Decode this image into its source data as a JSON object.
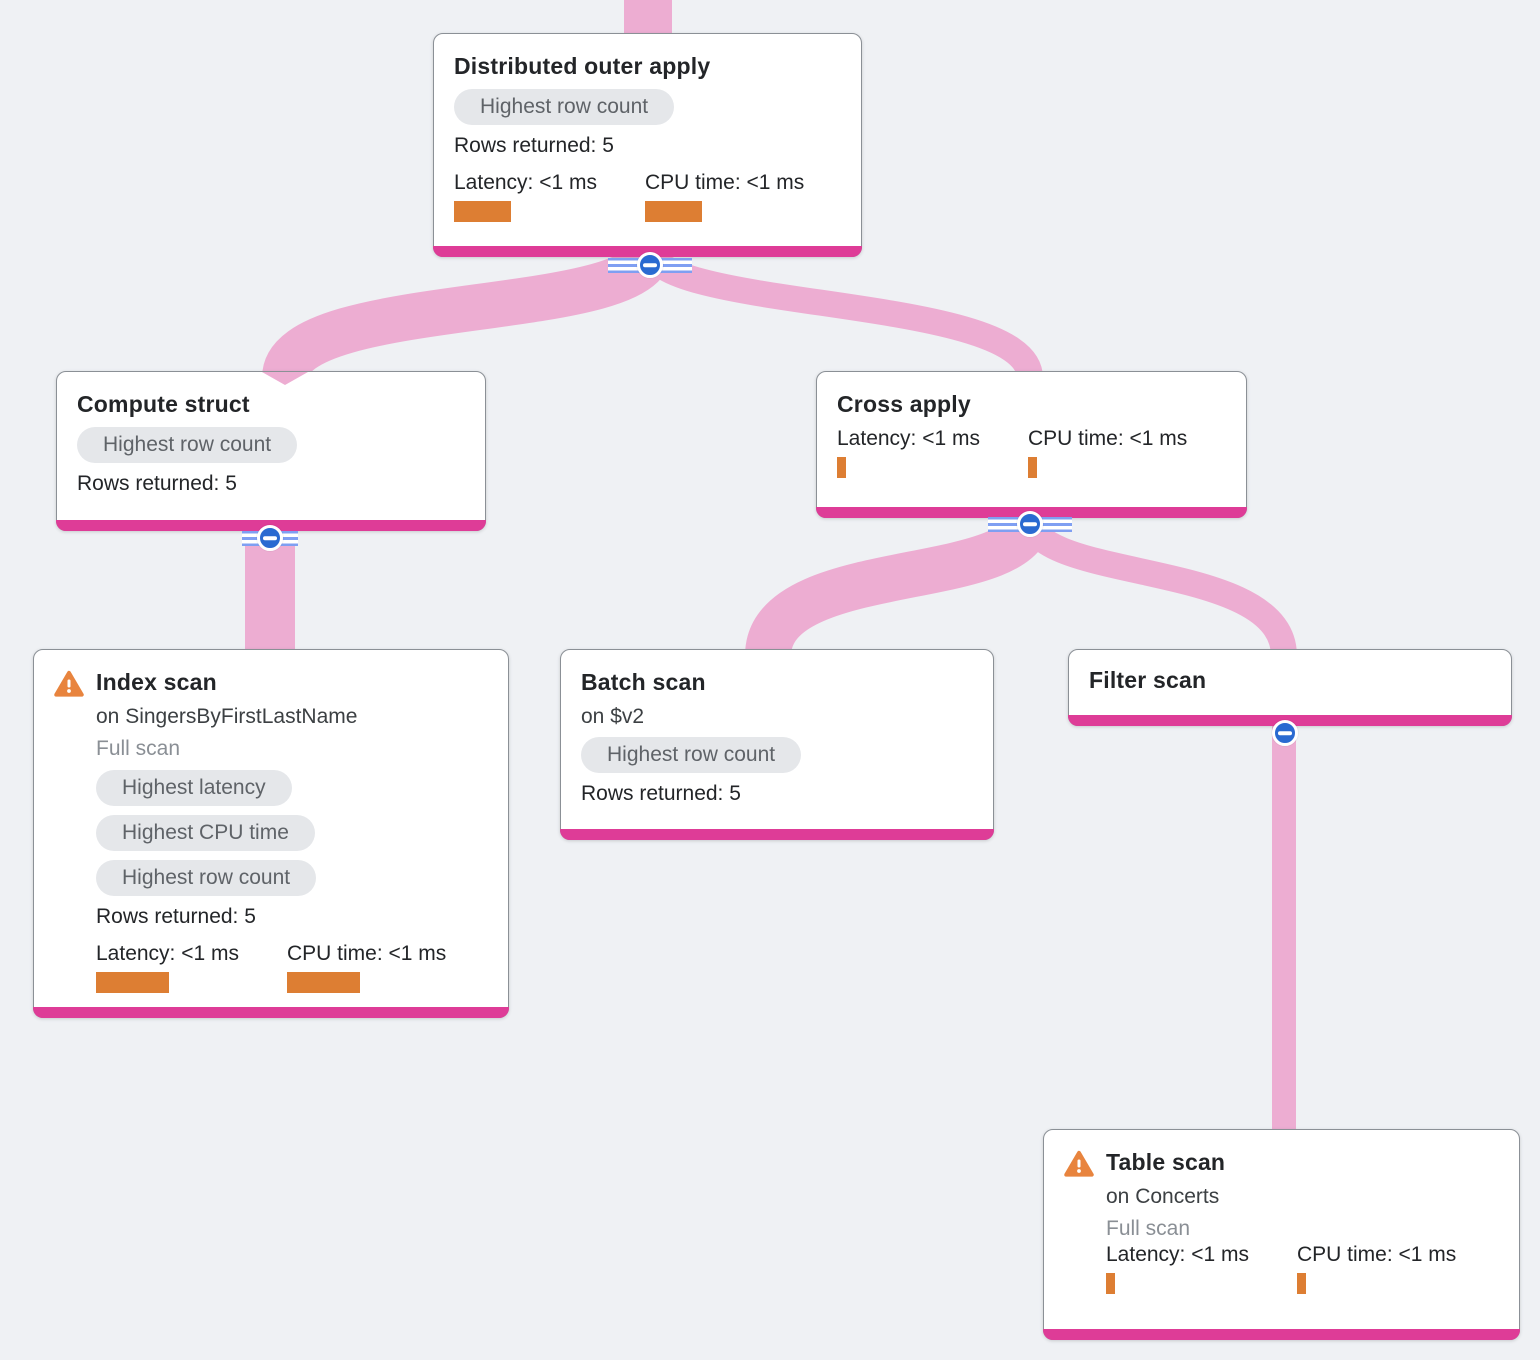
{
  "diagram": {
    "background_color": "#eff1f4",
    "edge_color": "#edadd2",
    "node_accent_color": "#de3c97",
    "metric_bar_color": "#dd7e33",
    "collapse_button_color": "#2a6ad1",
    "badge_bg_color": "#e5e7ea",
    "nodes": [
      {
        "id": "distributed-outer-apply",
        "title": "Distributed outer apply",
        "warning": false,
        "badges": [
          "Highest row count"
        ],
        "rows_returned": "Rows returned: 5",
        "metrics": [
          {
            "label": "Latency: <1 ms",
            "bar": 57
          },
          {
            "label": "CPU time: <1 ms",
            "bar": 57
          }
        ]
      },
      {
        "id": "compute-struct",
        "title": "Compute struct",
        "warning": false,
        "badges": [
          "Highest row count"
        ],
        "rows_returned": "Rows returned: 5"
      },
      {
        "id": "cross-apply",
        "title": "Cross apply",
        "warning": false,
        "metrics": [
          {
            "label": "Latency: <1 ms",
            "bar": 9
          },
          {
            "label": "CPU time: <1 ms",
            "bar": 9
          }
        ]
      },
      {
        "id": "index-scan",
        "title": "Index scan",
        "warning": true,
        "subtitle": "on SingersByFirstLastName",
        "scan_type": "Full scan",
        "badges": [
          "Highest latency",
          "Highest CPU time",
          "Highest row count"
        ],
        "rows_returned": "Rows returned: 5",
        "metrics": [
          {
            "label": "Latency: <1 ms",
            "bar": 73
          },
          {
            "label": "CPU time: <1 ms",
            "bar": 73
          }
        ]
      },
      {
        "id": "batch-scan",
        "title": "Batch scan",
        "warning": false,
        "subtitle": "on $v2",
        "badges": [
          "Highest row count"
        ],
        "rows_returned": "Rows returned: 5"
      },
      {
        "id": "filter-scan",
        "title": "Filter scan",
        "warning": false
      },
      {
        "id": "table-scan",
        "title": "Table scan",
        "warning": true,
        "subtitle": "on Concerts",
        "scan_type": "Full scan",
        "metrics": [
          {
            "label": "Latency: <1 ms",
            "bar": 9
          },
          {
            "label": "CPU time: <1 ms",
            "bar": 9
          }
        ]
      }
    ],
    "edges": [
      {
        "from": "root",
        "to": "distributed-outer-apply"
      },
      {
        "from": "distributed-outer-apply",
        "to": "compute-struct"
      },
      {
        "from": "distributed-outer-apply",
        "to": "cross-apply"
      },
      {
        "from": "compute-struct",
        "to": "index-scan"
      },
      {
        "from": "cross-apply",
        "to": "batch-scan"
      },
      {
        "from": "cross-apply",
        "to": "filter-scan"
      },
      {
        "from": "filter-scan",
        "to": "table-scan"
      }
    ]
  }
}
